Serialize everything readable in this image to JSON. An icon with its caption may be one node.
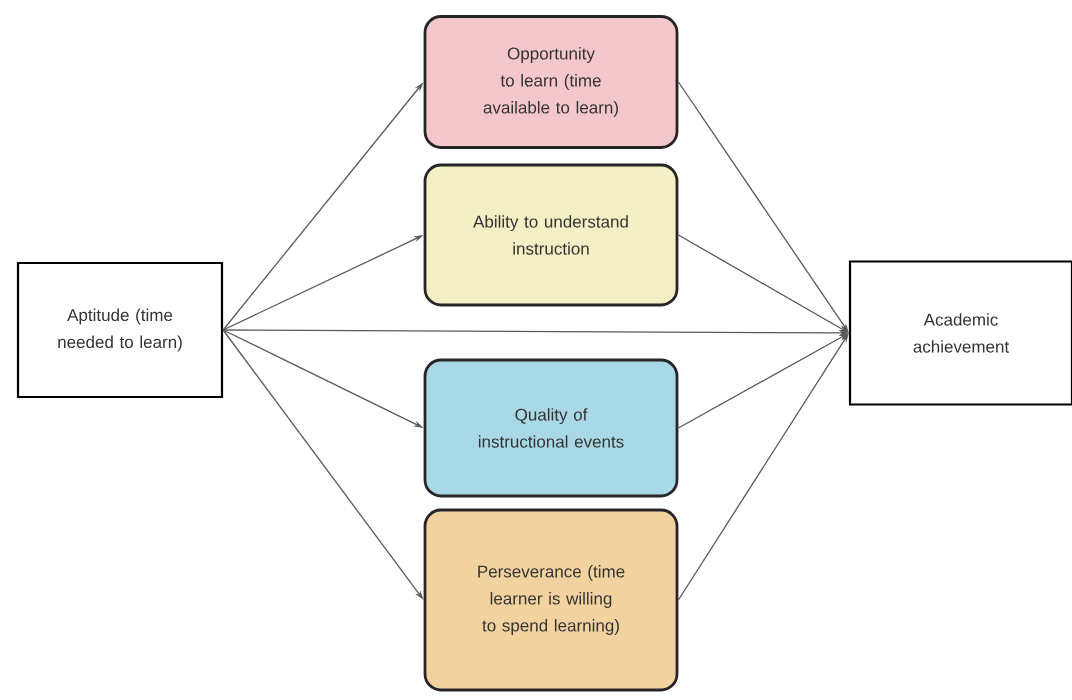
{
  "diagram": {
    "nodes": [
      {
        "text": [
          "Aptitude (time needed to learn)"
        ]
      },
      {
        "text": [
          "Opportunity to learn (time available to learn)"
        ]
      },
      {
        "text": [
          "Ability to understand instruction"
        ]
      },
      {
        "text": [
          "Quality of instructional events"
        ]
      },
      {
        "text": [
          "Perseverance (time learner is willing to spend learning)"
        ]
      },
      {
        "text": [
          "Academic achievement"
        ]
      }
    ],
    "edges": [
      {
        "from": 0,
        "to": 1,
        "arrow": "to"
      },
      {
        "from": 0,
        "to": 2,
        "arrow": "to"
      },
      {
        "from": 0,
        "to": 5,
        "arrow": "to"
      },
      {
        "from": 0,
        "to": 3,
        "arrow": "to"
      },
      {
        "from": 0,
        "to": 4,
        "arrow": "to"
      },
      {
        "from": 1,
        "to": 5,
        "arrow": "to"
      },
      {
        "from": 2,
        "to": 5,
        "arrow": "to"
      },
      {
        "from": 3,
        "to": 5,
        "arrow": "to"
      },
      {
        "from": 4,
        "to": 5,
        "arrow": "to"
      }
    ]
  }
}
